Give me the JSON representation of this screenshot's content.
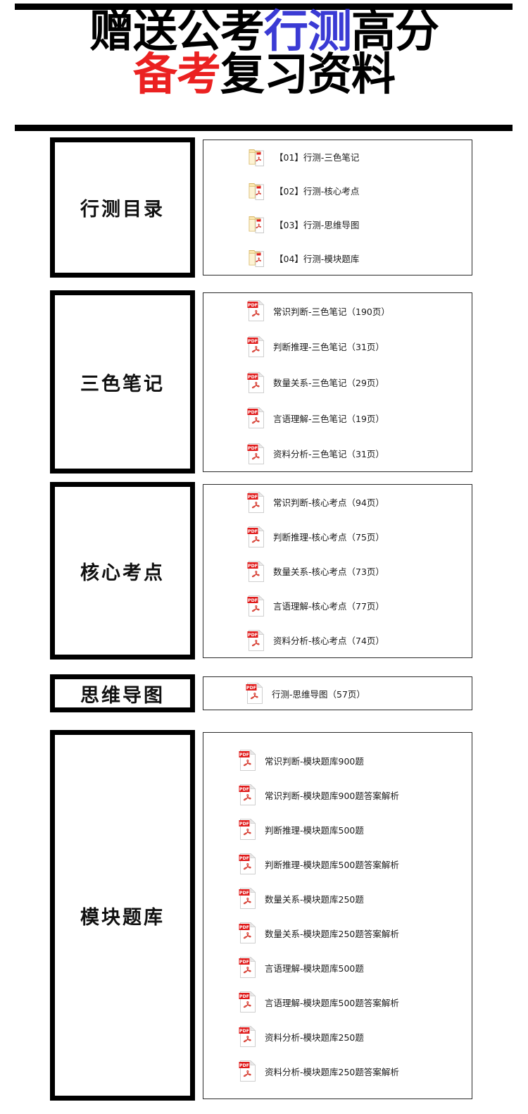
{
  "header": {
    "line1": [
      {
        "text": "赠送公考",
        "color": "black"
      },
      {
        "text": "行测",
        "color": "blue"
      },
      {
        "text": "高分",
        "color": "black"
      }
    ],
    "line2": [
      {
        "text": "备考",
        "color": "red"
      },
      {
        "text": "复习资料",
        "color": "black"
      }
    ],
    "colors": {
      "black": "#000000",
      "blue": "#3B3BD4",
      "red": "#EB2121"
    }
  },
  "sections": [
    {
      "label": "行测目录",
      "icon": "folder-pdf-icon",
      "items": [
        {
          "label": "【01】行测-三色笔记"
        },
        {
          "label": "【02】行测-核心考点"
        },
        {
          "label": "【03】行测-思维导图"
        },
        {
          "label": "【04】行测-模块题库"
        }
      ]
    },
    {
      "label": "三色笔记",
      "icon": "pdf-icon",
      "items": [
        {
          "label": "常识判断-三色笔记（190页）"
        },
        {
          "label": "判断推理-三色笔记（31页）"
        },
        {
          "label": "数量关系-三色笔记（29页）"
        },
        {
          "label": "言语理解-三色笔记（19页）"
        },
        {
          "label": "资料分析-三色笔记（31页）"
        }
      ]
    },
    {
      "label": "核心考点",
      "icon": "pdf-icon",
      "items": [
        {
          "label": "常识判断-核心考点（94页）"
        },
        {
          "label": "判断推理-核心考点（75页）"
        },
        {
          "label": "数量关系-核心考点（73页）"
        },
        {
          "label": "言语理解-核心考点（77页）"
        },
        {
          "label": "资料分析-核心考点（74页）"
        }
      ]
    },
    {
      "label": "思维导图",
      "icon": "pdf-icon",
      "items": [
        {
          "label": "行测-思维导图（57页）"
        }
      ]
    },
    {
      "label": "模块题库",
      "icon": "pdf-icon",
      "items": [
        {
          "label": "常识判断-模块题库900题"
        },
        {
          "label": "常识判断-模块题库900题答案解析"
        },
        {
          "label": "判断推理-模块题库500题"
        },
        {
          "label": "判断推理-模块题库500题答案解析"
        },
        {
          "label": "数量关系-模块题库250题"
        },
        {
          "label": "数量关系-模块题库250题答案解析"
        },
        {
          "label": "言语理解-模块题库500题"
        },
        {
          "label": "言语理解-模块题库500题答案解析"
        },
        {
          "label": "资料分析-模块题库250题"
        },
        {
          "label": "资料分析-模块题库250题答案解析"
        }
      ]
    }
  ],
  "icon_labels": {
    "pdf_badge_text": "PDF"
  }
}
